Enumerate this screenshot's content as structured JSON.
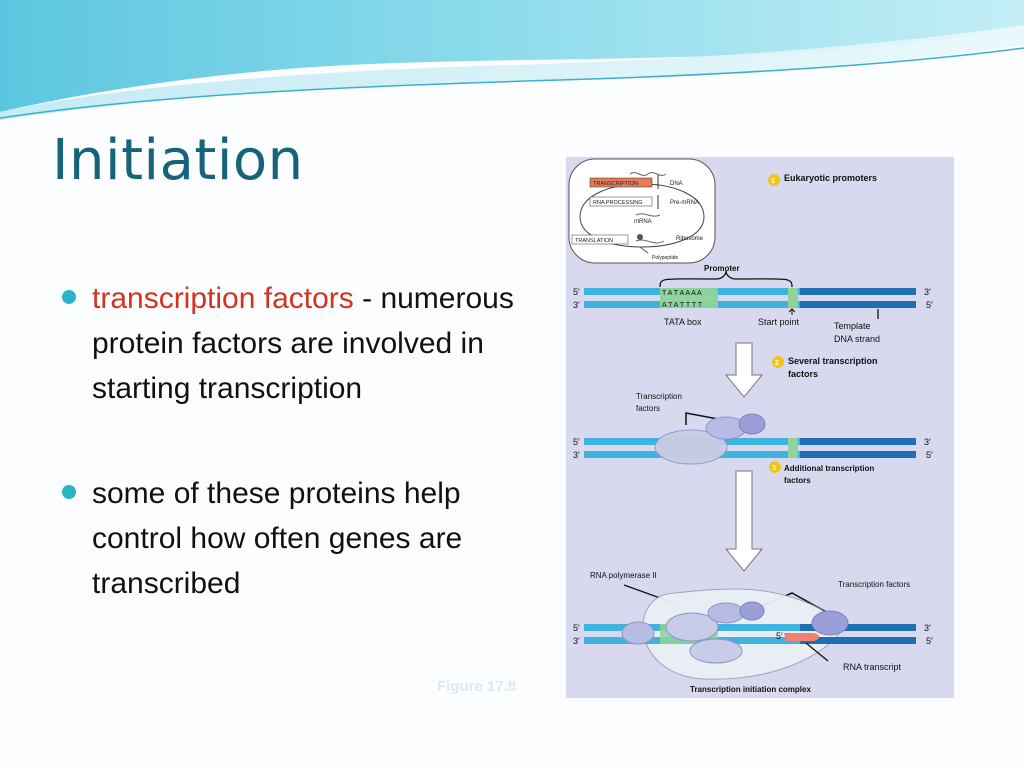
{
  "slide": {
    "title": "Initiation",
    "bullets": [
      {
        "highlight": "transcription factors",
        "text": " - numerous protein factors are involved in starting transcription"
      },
      {
        "highlight": "",
        "text": "some of these proteins help control how often genes are transcribed"
      }
    ],
    "figure_caption": "Figure 17.8"
  },
  "figure": {
    "inset": {
      "transcription": "TRANSCRIPTION",
      "dna": "DNA",
      "rna_processing": "RNA PROCESSING",
      "pre_mrna": "Pre-mRNA",
      "mrna": "mRNA",
      "translation": "TRANSLATION",
      "ribosome": "Ribosome",
      "polypeptide": "Polypeptide"
    },
    "step1": {
      "num": "1",
      "label": "Eukaryotic promoters"
    },
    "promoter": "Promoter",
    "tata_top": "T A T A A A A",
    "tata_bottom": "A T A T T T T",
    "tata_box": "TATA box",
    "start_point": "Start point",
    "template_line1": "Template",
    "template_line2": "DNA strand",
    "step2": {
      "num": "2",
      "line1": "Several transcription",
      "line2": "factors"
    },
    "tf_line1": "Transcription",
    "tf_line2": "factors",
    "step3": {
      "num": "3",
      "line1": "Additional transcription",
      "line2": "factors"
    },
    "rna_pol": "RNA polymerase II",
    "tf_right": "Transcription factors",
    "rna_transcript": "RNA transcript",
    "complex": "Transcription initiation complex",
    "five_prime": "5′",
    "three_prime": "3′"
  },
  "colors": {
    "title": "#17647a",
    "bullet_dot": "#2bb3c8",
    "highlight": "#d4331f",
    "figure_bg": "#d8d9ee",
    "dna_light": "#3fb3df",
    "dna_dark": "#1f6fb2",
    "promoter_green": "#8fd39a"
  }
}
